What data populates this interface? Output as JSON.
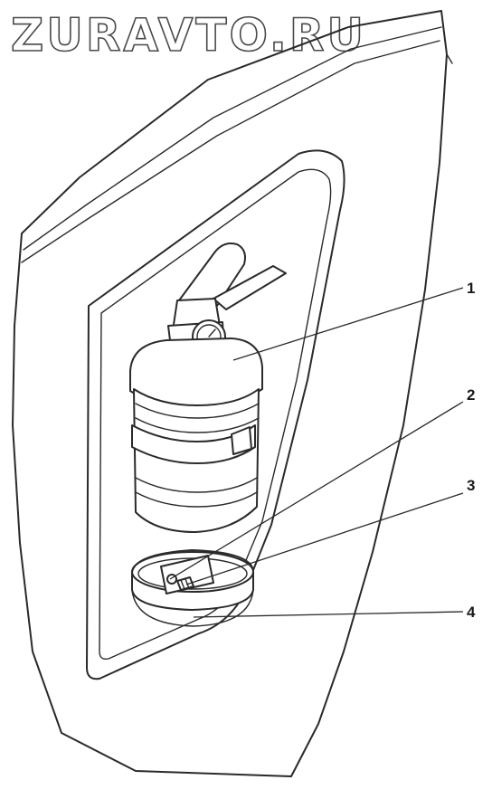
{
  "watermark": "ZURAVTO.RU",
  "callouts": [
    {
      "number": "1"
    },
    {
      "number": "2"
    },
    {
      "number": "3"
    },
    {
      "number": "4"
    }
  ],
  "colors": {
    "line": "#2a2a2a",
    "background": "#ffffff"
  }
}
